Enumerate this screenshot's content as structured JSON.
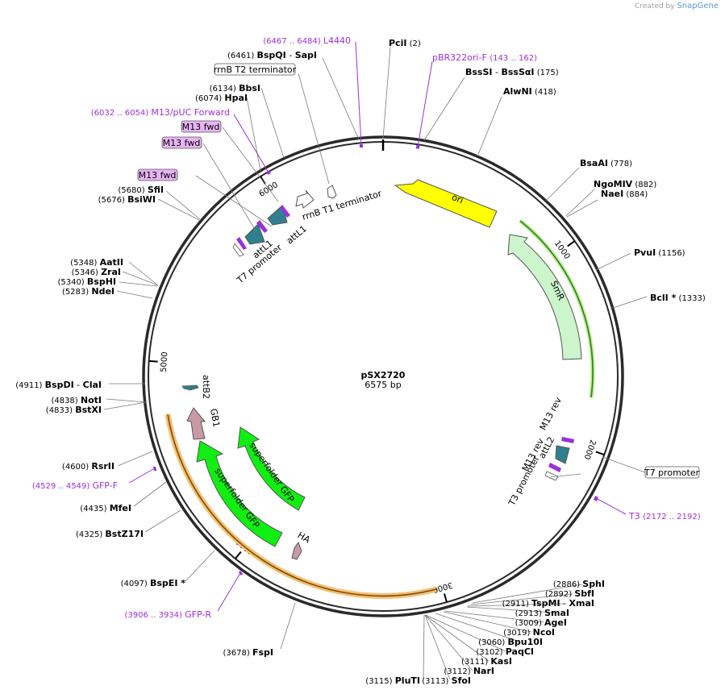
{
  "watermark": {
    "created_by": "Created by",
    "brand": "SnapGene"
  },
  "plasmid": {
    "name": "pSX2720",
    "size_label": "6575 bp",
    "length": 6575
  },
  "ticks": [
    {
      "pos": 1000,
      "label": "1000"
    },
    {
      "pos": 2000,
      "label": "2000"
    },
    {
      "pos": 3000,
      "label": "3000"
    },
    {
      "pos": 4000,
      "label": "4000"
    },
    {
      "pos": 5000,
      "label": "5000"
    },
    {
      "pos": 6000,
      "label": "6000"
    }
  ],
  "sites": [
    {
      "name": "PciI",
      "pos_label": "(2)"
    },
    {
      "name": "BssSI",
      "name2": "BssSαI",
      "pos_label": "(175)"
    },
    {
      "name": "AlwNI",
      "pos_label": "(418)"
    },
    {
      "name": "BsaAI",
      "pos_label": "(778)"
    },
    {
      "name": "NgoMIV",
      "pos_label": "(882)"
    },
    {
      "name": "NaeI",
      "pos_label": "(884)"
    },
    {
      "name": "PvuI",
      "pos_label": "(1156)"
    },
    {
      "name": "BclI *",
      "pos_label": "(1333)"
    },
    {
      "name": "SphI",
      "pos_label": "(2886)"
    },
    {
      "name": "SbfI",
      "pos_label": "(2892)"
    },
    {
      "name": "TspMI",
      "name2": "XmaI",
      "pos_label": "(2911)"
    },
    {
      "name": "SmaI",
      "pos_label": "(2913)"
    },
    {
      "name": "AgeI",
      "pos_label": "(3009)"
    },
    {
      "name": "NcoI",
      "pos_label": "(3019)"
    },
    {
      "name": "Bpu10I",
      "pos_label": "(3060)"
    },
    {
      "name": "PaqCI",
      "pos_label": "(3102)"
    },
    {
      "name": "KasI",
      "pos_label": "(3111)"
    },
    {
      "name": "NarI",
      "pos_label": "(3112)"
    },
    {
      "name": "SfoI",
      "pos_label": "(3113)"
    },
    {
      "name": "PluTI",
      "pos_label": "(3115)"
    },
    {
      "name": "FspI",
      "pos_label": "(3678)"
    },
    {
      "name": "BspEI *",
      "pos_label": "(4097)"
    },
    {
      "name": "BstZ17I",
      "pos_label": "(4325)"
    },
    {
      "name": "MfeI",
      "pos_label": "(4435)"
    },
    {
      "name": "RsrII",
      "pos_label": "(4600)"
    },
    {
      "name": "BstXI",
      "pos_label": "(4833)"
    },
    {
      "name": "NotI",
      "pos_label": "(4838)"
    },
    {
      "name": "BspDI",
      "name2": "ClaI",
      "pos_label": "(4911)"
    },
    {
      "name": "NdeI",
      "pos_label": "(5283)"
    },
    {
      "name": "BspHI",
      "pos_label": "(5340)"
    },
    {
      "name": "ZraI",
      "pos_label": "(5346)"
    },
    {
      "name": "AatII",
      "pos_label": "(5348)"
    },
    {
      "name": "BsiWI",
      "pos_label": "(5676)"
    },
    {
      "name": "SfiI",
      "pos_label": "(5680)"
    },
    {
      "name": "HpaI",
      "pos_label": "(6074)"
    },
    {
      "name": "BbsI",
      "pos_label": "(6134)"
    },
    {
      "name": "BspQI",
      "name2": "SapI",
      "pos_label": "(6461)"
    }
  ],
  "primers": [
    {
      "name": "pBR322ori-F",
      "range": "(143 .. 162)"
    },
    {
      "name": "T3",
      "range": "(2172 .. 2192)"
    },
    {
      "name": "GFP-R",
      "range": "(3906 .. 3934)"
    },
    {
      "name": "GFP-F",
      "range": "(4529 .. 4549)"
    },
    {
      "name": "M13/pUC Forward",
      "range": "(6032 .. 6054)"
    },
    {
      "name": "L4440",
      "range": "(6467 .. 6484)"
    }
  ],
  "boxed_labels": {
    "rrnb_t2": "rrnB T2 terminator",
    "m13_fwd_1": "M13 fwd",
    "m13_fwd_2": "M13 fwd",
    "m13_fwd_3": "M13 fwd",
    "t7_promoter_right": "T7 promoter"
  },
  "features": {
    "ori": "ori",
    "smr": "SmR",
    "sfgfp1": "superfolder GFP",
    "sfgfp2": "superfolder GFP",
    "ha": "HA",
    "gb1": "GB1",
    "attb2": "attB2",
    "rrnb_t1": "rrnB T1 terminator",
    "attl1_a": "attL1",
    "attl1_b": "attL1",
    "t7_promoter_left": "T7 promoter",
    "m13_rev_a": "M13 rev",
    "m13_rev_b": "M13 rev",
    "attl2": "attL2",
    "t3_promoter": "T3 promoter"
  },
  "colors": {
    "ori": "#ffff00",
    "smr": "#ccf5cc",
    "sfgfp": "#11ee11",
    "ha_gb1": "#c89aa8",
    "attl": "#2f7f8f",
    "primer": "#9b30d9",
    "orange_highlight": "#f5c070",
    "green_highlight": "#9adf5a"
  }
}
